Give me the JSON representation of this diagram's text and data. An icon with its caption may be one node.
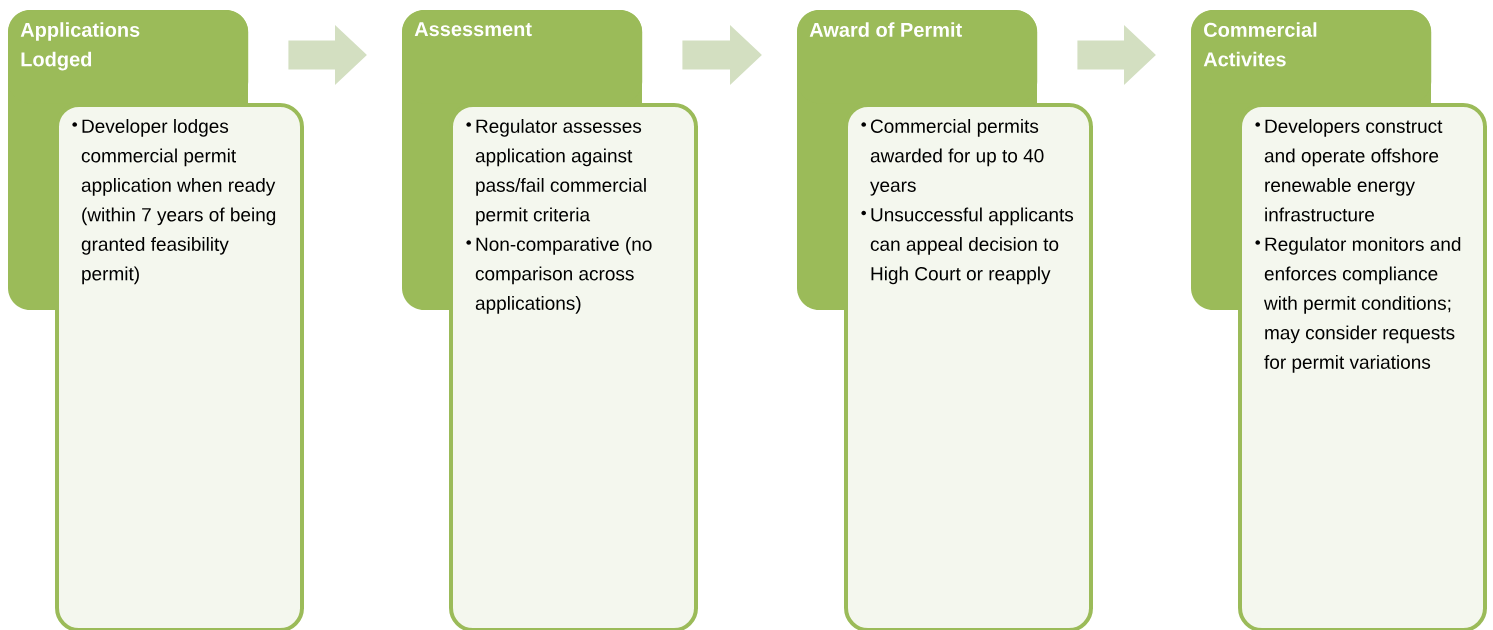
{
  "diagram": {
    "nodes": [
      {
        "text": [
          "Applications Lodged"
        ]
      },
      {
        "text": [
          "Developer lodges commercial permit application when ready (within 7 years of being granted feasibility permit)"
        ]
      },
      {
        "text": [
          "Assessment"
        ]
      },
      {
        "text": [
          "Regulator assesses application against pass/fail commercial permit criteria",
          "Non-comparative (no comparison across applications)"
        ]
      },
      {
        "text": [
          "Award of Permit"
        ]
      },
      {
        "text": [
          "Commercial permits awarded for up to 40 years",
          "Unsuccessful applicants can appeal decision to High Court or reapply"
        ]
      },
      {
        "text": [
          "Commercial Activites"
        ]
      },
      {
        "text": [
          "Developers construct and operate offshore renewable energy infrastructure",
          "Regulator monitors and enforces compliance with permit conditions; may consider requests for permit variations"
        ]
      }
    ],
    "edges": [
      {
        "from": 0,
        "to": 2,
        "arrow": "to"
      },
      {
        "from": 2,
        "to": 4,
        "arrow": "to"
      },
      {
        "from": 4,
        "to": 6,
        "arrow": "to"
      }
    ]
  }
}
